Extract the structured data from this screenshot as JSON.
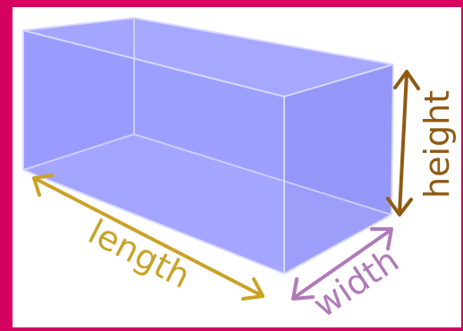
{
  "diagram": {
    "labels": {
      "length": "length",
      "width": "width",
      "height": "height"
    },
    "colors": {
      "frame": "#d6005f",
      "background": "#ffffff",
      "box_face": "#8a8cff",
      "box_edge": "#d6d8ff",
      "length_arrow": "#c9a227",
      "width_arrow": "#b07ab8",
      "height_arrow": "#8f5a12"
    }
  }
}
